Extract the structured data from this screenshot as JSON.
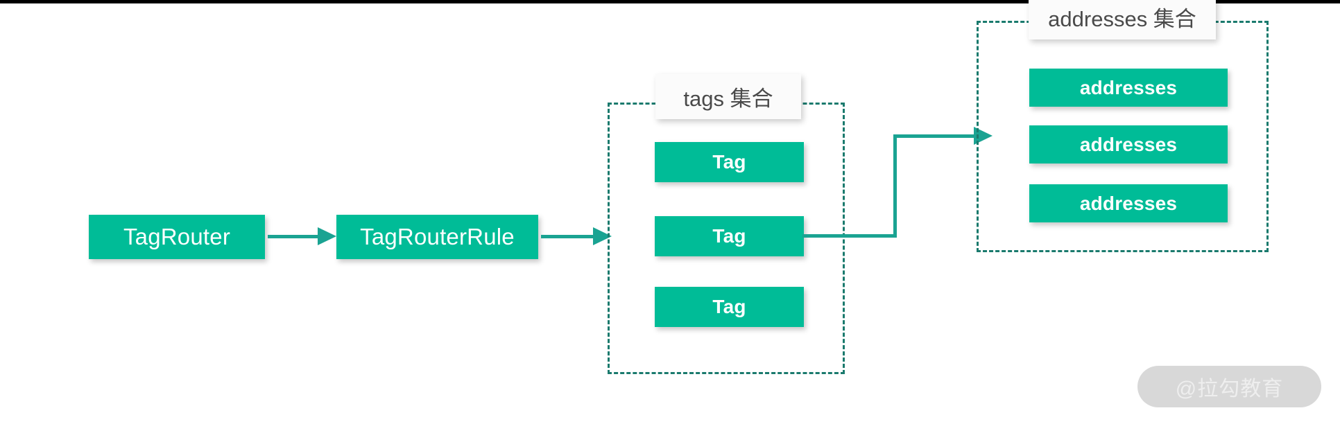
{
  "diagram": {
    "title": "TagRouter tags and addresses relationship",
    "background_color": "#ffffff",
    "accent_color": "#00bc97",
    "line_color": "#1aa392",
    "dashed_border_color": "#1a7a6d",
    "label_text_color": "#4a4a4a"
  },
  "nodes": {
    "tag_router": {
      "label": "TagRouter"
    },
    "tag_router_rule": {
      "label": "TagRouterRule"
    }
  },
  "groups": {
    "tags": {
      "label": "tags 集合",
      "items": [
        {
          "label": "Tag"
        },
        {
          "label": "Tag"
        },
        {
          "label": "Tag"
        }
      ]
    },
    "addresses": {
      "label": "addresses 集合",
      "items": [
        {
          "label": "addresses"
        },
        {
          "label": "addresses"
        },
        {
          "label": "addresses"
        }
      ]
    }
  },
  "connectors": [
    {
      "name": "tagrouter-to-tagrouterrule",
      "from": "TagRouter",
      "to": "TagRouterRule",
      "style": "straight-arrow"
    },
    {
      "name": "tagrouterrule-to-tags",
      "from": "TagRouterRule",
      "to": "tags 集合",
      "style": "straight-arrow"
    },
    {
      "name": "tag-to-addresses",
      "from": "Tag",
      "to": "addresses 集合",
      "style": "elbow-arrow"
    }
  ],
  "watermark": {
    "text": "@拉勾教育"
  }
}
